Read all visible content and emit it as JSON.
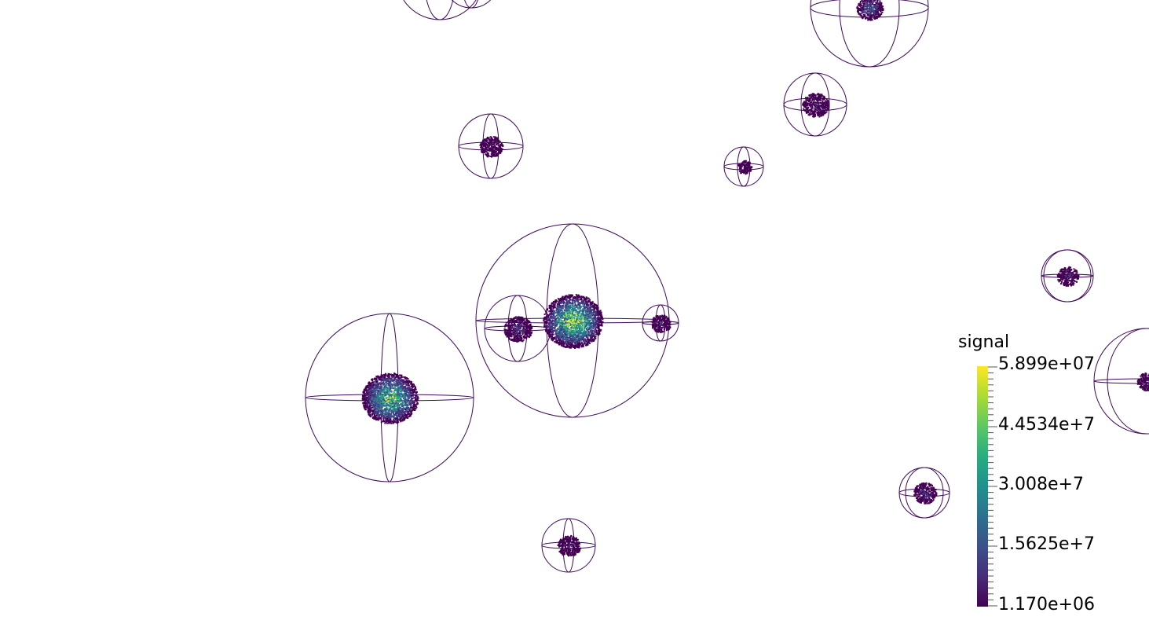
{
  "colorbar": {
    "title": "signal",
    "max_label": "5.899e+07",
    "tick2_label": "4.4534e+7",
    "tick3_label": "3.008e+7",
    "tick4_label": "1.5625e+7",
    "min_label": "1.170e+06",
    "colormap": "viridis",
    "colors": [
      "#440154",
      "#472c7a",
      "#3b518b",
      "#2c718e",
      "#21908d",
      "#27ad81",
      "#5cc863",
      "#aadc32",
      "#fde725"
    ]
  },
  "scene": {
    "wireframe_color": "#3d0a5a",
    "spot_count": 14
  }
}
